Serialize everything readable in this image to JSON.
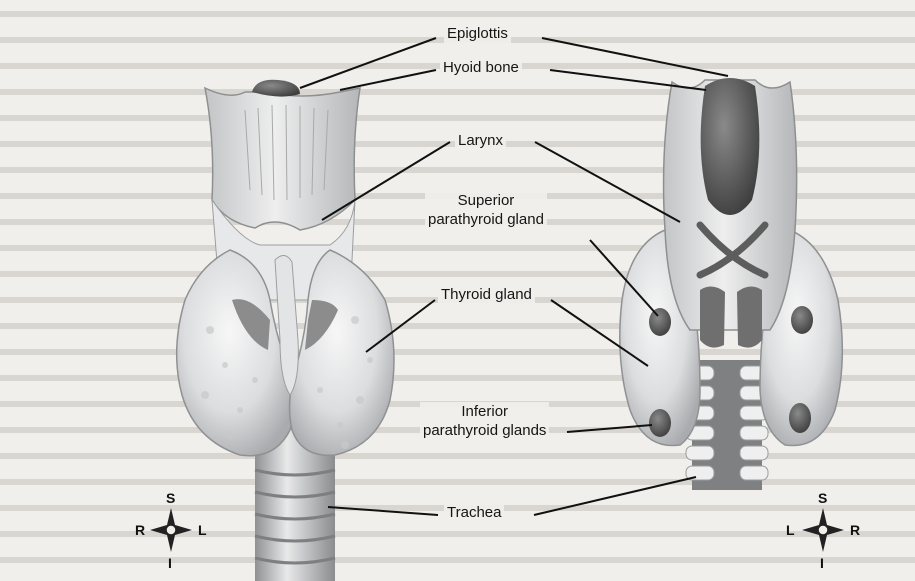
{
  "labels": {
    "epiglottis": "Epiglottis",
    "hyoid_bone": "Hyoid bone",
    "larynx": "Larynx",
    "superior_parathyroid_line1": "Superior",
    "superior_parathyroid_line2": "parathyroid gland",
    "thyroid_gland": "Thyroid gland",
    "inferior_parathyroid_line1": "Inferior",
    "inferior_parathyroid_line2": "parathyroid glands",
    "trachea": "Trachea"
  },
  "compass_front": {
    "top": "S",
    "bottom": "I",
    "left": "R",
    "right": "L"
  },
  "compass_back": {
    "top": "S",
    "bottom": "I",
    "left": "L",
    "right": "R"
  },
  "colors": {
    "background": "#f1efec",
    "tissue_light": "#e4e5e6",
    "tissue_mid": "#c9cbcd",
    "tissue_dark": "#5c5c5c",
    "gland_dark": "#6a6a6a",
    "text": "#151515"
  }
}
